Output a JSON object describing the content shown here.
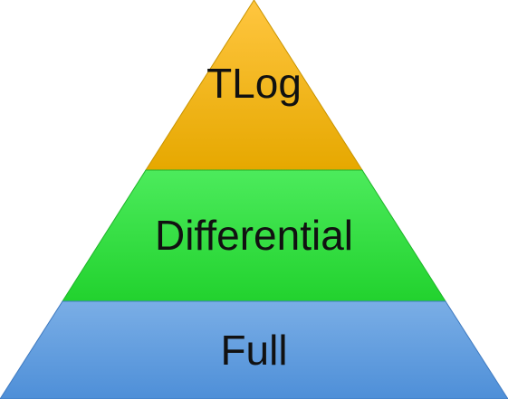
{
  "diagram": {
    "type": "pyramid",
    "tiers": [
      {
        "label": "TLog",
        "color_top": "#FFC640",
        "color_bottom": "#E6A800",
        "edge_color": "#C99400"
      },
      {
        "label": "Differential",
        "color_top": "#4CEB5C",
        "color_bottom": "#22D22E",
        "edge_color": "#1FB52A"
      },
      {
        "label": "Full",
        "color_top": "#7AAEE6",
        "color_bottom": "#4E8FD8",
        "edge_color": "#3F7AC0"
      }
    ]
  }
}
